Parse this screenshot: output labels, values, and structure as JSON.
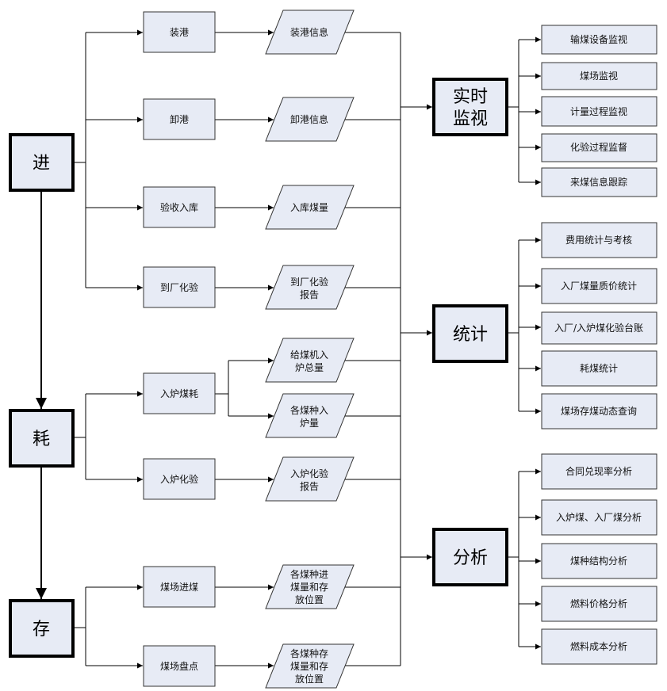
{
  "left_nodes": {
    "in": "进",
    "consume": "耗",
    "store": "存"
  },
  "processes": [
    {
      "id": "p1",
      "label": "装港"
    },
    {
      "id": "p2",
      "label": "卸港"
    },
    {
      "id": "p3",
      "label": "验收入库"
    },
    {
      "id": "p4",
      "label": "到厂化验"
    },
    {
      "id": "p5",
      "label": "入炉煤耗"
    },
    {
      "id": "p6",
      "label": "入炉化验"
    },
    {
      "id": "p7",
      "label": "煤场进煤"
    },
    {
      "id": "p8",
      "label": "煤场盘点"
    }
  ],
  "data_items": [
    {
      "id": "d1",
      "lines": [
        "装港信息"
      ]
    },
    {
      "id": "d2",
      "lines": [
        "卸港信息"
      ]
    },
    {
      "id": "d3",
      "lines": [
        "入库煤量"
      ]
    },
    {
      "id": "d4",
      "lines": [
        "到厂化验",
        "报告"
      ]
    },
    {
      "id": "d5",
      "lines": [
        "给煤机入",
        "炉总量"
      ]
    },
    {
      "id": "d6",
      "lines": [
        "各煤种入",
        "炉量"
      ]
    },
    {
      "id": "d7",
      "lines": [
        "入炉化验",
        "报告"
      ]
    },
    {
      "id": "d8",
      "lines": [
        "各煤种进",
        "煤量和存",
        "放位置"
      ]
    },
    {
      "id": "d9",
      "lines": [
        "各煤种存",
        "煤量和存",
        "放位置"
      ]
    }
  ],
  "hubs": [
    {
      "id": "h1",
      "lines": [
        "实时",
        "监视"
      ]
    },
    {
      "id": "h2",
      "lines": [
        "统计"
      ]
    },
    {
      "id": "h3",
      "lines": [
        "分析"
      ]
    }
  ],
  "outputs": {
    "monitor": [
      "输煤设备监视",
      "煤场监视",
      "计量过程监视",
      "化验过程监督",
      "来煤信息跟踪"
    ],
    "stats": [
      "费用统计与考核",
      "入厂煤量质价统计",
      "入厂/入炉煤化验台账",
      "耗煤统计",
      "煤场存煤动态查询"
    ],
    "analysis": [
      "合同兑现率分析",
      "入炉煤、入厂煤分析",
      "煤种结构分析",
      "燃料价格分析",
      "燃料成本分析"
    ]
  }
}
